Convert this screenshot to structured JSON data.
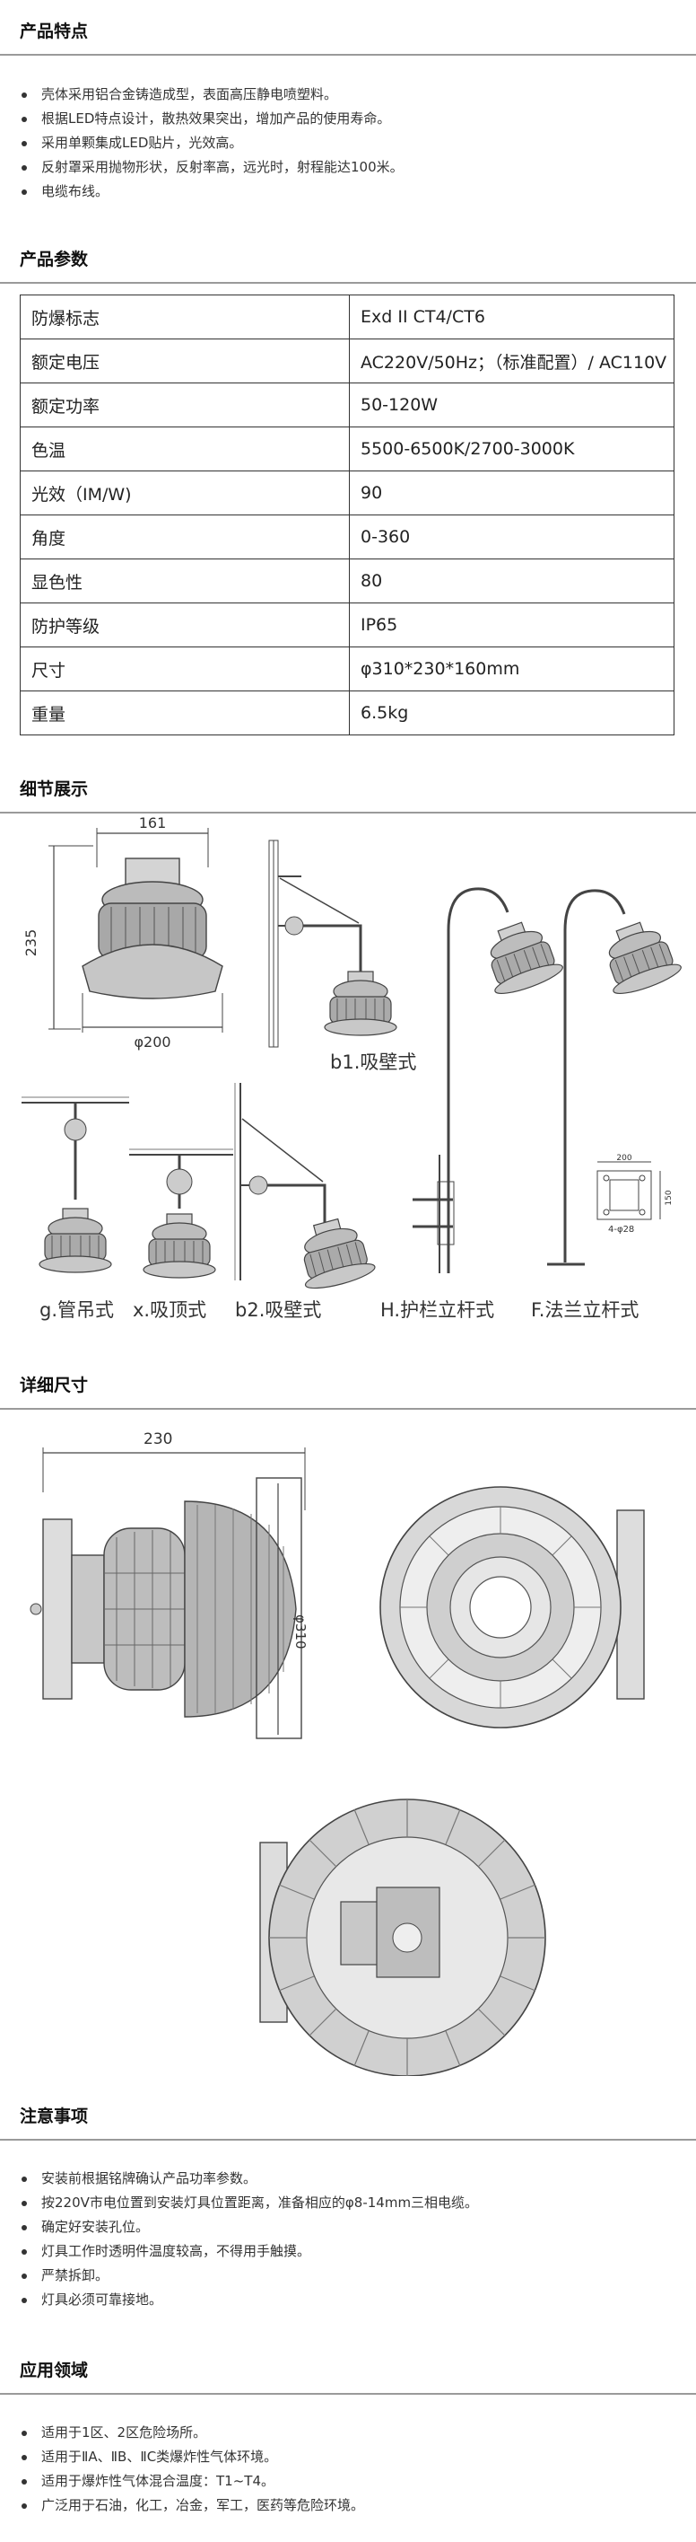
{
  "features": {
    "title": "产品特点",
    "items": [
      "壳体采用铝合金铸造成型，表面高压静电喷塑料。",
      "根据LED特点设计，散热效果突出，增加产品的使用寿命。",
      "采用单颗集成LED贴片，光效高。",
      "反射罩采用抛物形状，反射率高，远光时，射程能达100米。",
      "电缆布线。"
    ]
  },
  "params": {
    "title": "产品参数",
    "rows": [
      {
        "k": "防爆标志",
        "v": "Exd II CT4/CT6"
      },
      {
        "k": "额定电压",
        "v": "AC220V/50Hz；（标准配置）/ AC110V"
      },
      {
        "k": "额定功率",
        "v": "50-120W"
      },
      {
        "k": "色温",
        "v": "5500-6500K/2700-3000K"
      },
      {
        "k": "光效（IM/W)",
        "v": "90"
      },
      {
        "k": "角度",
        "v": "0-360"
      },
      {
        "k": "显色性",
        "v": "80"
      },
      {
        "k": "防护等级",
        "v": "IP65"
      },
      {
        "k": "尺寸",
        "v": "φ310*230*160mm"
      },
      {
        "k": "重量",
        "v": "6.5kg"
      }
    ]
  },
  "details": {
    "title": "细节展示",
    "dim_width": "161",
    "dim_height": "235",
    "dim_base": "φ200",
    "labels": {
      "b1": "b1.吸壁式",
      "g": "g.管吊式",
      "x": "x.吸顶式",
      "b2": "b2.吸壁式",
      "h": "H.护栏立杆式",
      "f": "F.法兰立杆式"
    },
    "flange_200": "200",
    "flange_150": "150",
    "flange_hole": "4-φ28"
  },
  "dimensions": {
    "title": "详细尺寸",
    "dim_width": "230",
    "dim_diameter": "φ310"
  },
  "notes": {
    "title": "注意事项",
    "items": [
      "安装前根据铭牌确认产品功率参数。",
      "按220V市电位置到安装灯具位置距离，准备相应的φ8-14mm三相电缆。",
      "确定好安装孔位。",
      "灯具工作时透明件温度较高，不得用手触摸。",
      "严禁拆卸。",
      "灯具必须可靠接地。"
    ]
  },
  "applications": {
    "title": "应用领域",
    "items": [
      "适用于1区、2区危险场所。",
      "适用于ⅡA、ⅡB、ⅡC类爆炸性气体环境。",
      "适用于爆炸性气体混合温度：T1~T4。",
      "广泛用于石油，化工，冶金，军工，医药等危险环境。"
    ]
  }
}
